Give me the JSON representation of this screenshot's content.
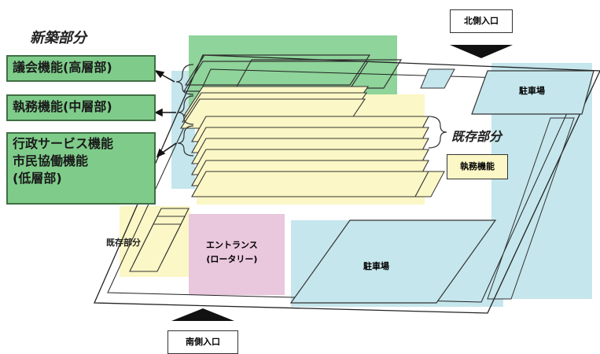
{
  "title_new": "新築部分",
  "title_existing": "既存部分",
  "legend": {
    "assembly": "議会機能(高層部)",
    "admin": "執務機能(中層部)",
    "lower_line1": "行政サービス機能",
    "lower_line2": "市民協働機能",
    "lower_line3": "(低層部)"
  },
  "existing_function": "執務機能",
  "existing_left": "既存部分",
  "entrance_line1": "エントランス",
  "entrance_line2": "(ロータリー)",
  "parking_ne": "駐車場",
  "parking_s": "駐車場",
  "north_entrance": "北側入口",
  "south_entrance": "南側入口",
  "colors": {
    "green": "#7fcc8a",
    "cream": "#fbf7c6",
    "light_blue": "#c5e6ec",
    "pink": "#e9c7dd"
  }
}
